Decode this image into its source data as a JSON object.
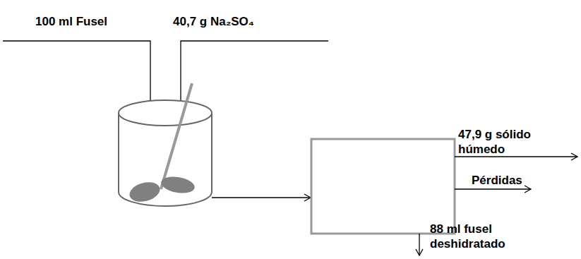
{
  "diagram": {
    "labels": [
      "100 ml Fusel",
      "40,7 g Na₂SO₄",
      "47,9 g sólido húmedo",
      "Pérdidas",
      "88 ml fusel deshidratado"
    ]
  }
}
